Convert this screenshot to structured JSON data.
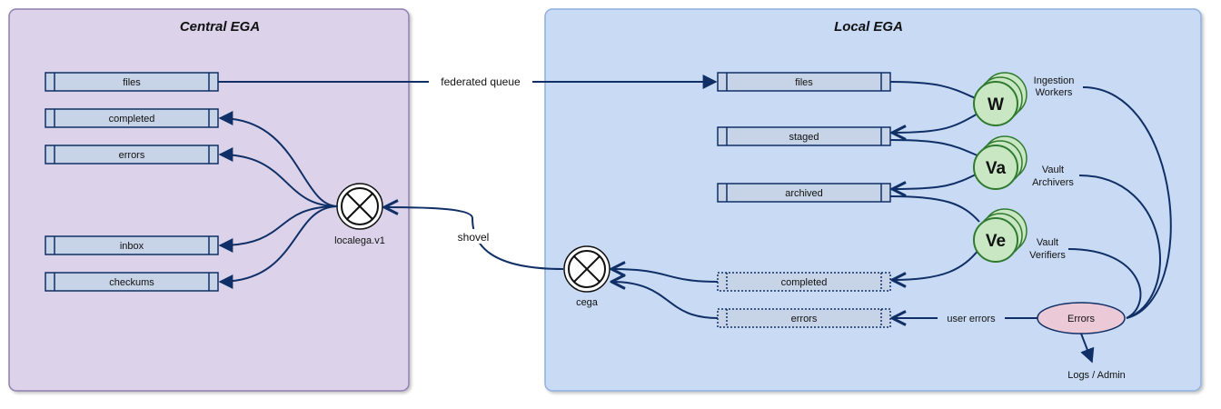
{
  "central": {
    "title": "Central EGA",
    "queues": [
      "files",
      "completed",
      "errors",
      "inbox",
      "checkums"
    ],
    "exchange": "localega.v1"
  },
  "local": {
    "title": "Local EGA",
    "queues": [
      "files",
      "staged",
      "archived",
      "completed",
      "errors"
    ],
    "exchange": "cega",
    "workers": [
      {
        "letter": "W",
        "label_line1": "Ingestion",
        "label_line2": "Workers"
      },
      {
        "letter": "Va",
        "label_line1": "Vault",
        "label_line2": "Archivers"
      },
      {
        "letter": "Ve",
        "label_line1": "Vault",
        "label_line2": "Verifiers"
      }
    ],
    "errors_node": "Errors",
    "user_errors": "user errors",
    "logs_admin": "Logs / Admin"
  },
  "edges": {
    "federated_queue": "federated queue",
    "shovel": "shovel"
  },
  "colors": {
    "central_panel": "#dcd3ea",
    "local_panel": "#c9dbf4",
    "queue_fill": "#c7d3e6",
    "worker_fill": "#c9e7c3",
    "worker_stroke": "#2f7a2f",
    "errors_fill": "#ecc9d6",
    "connector": "#0f2f66"
  }
}
